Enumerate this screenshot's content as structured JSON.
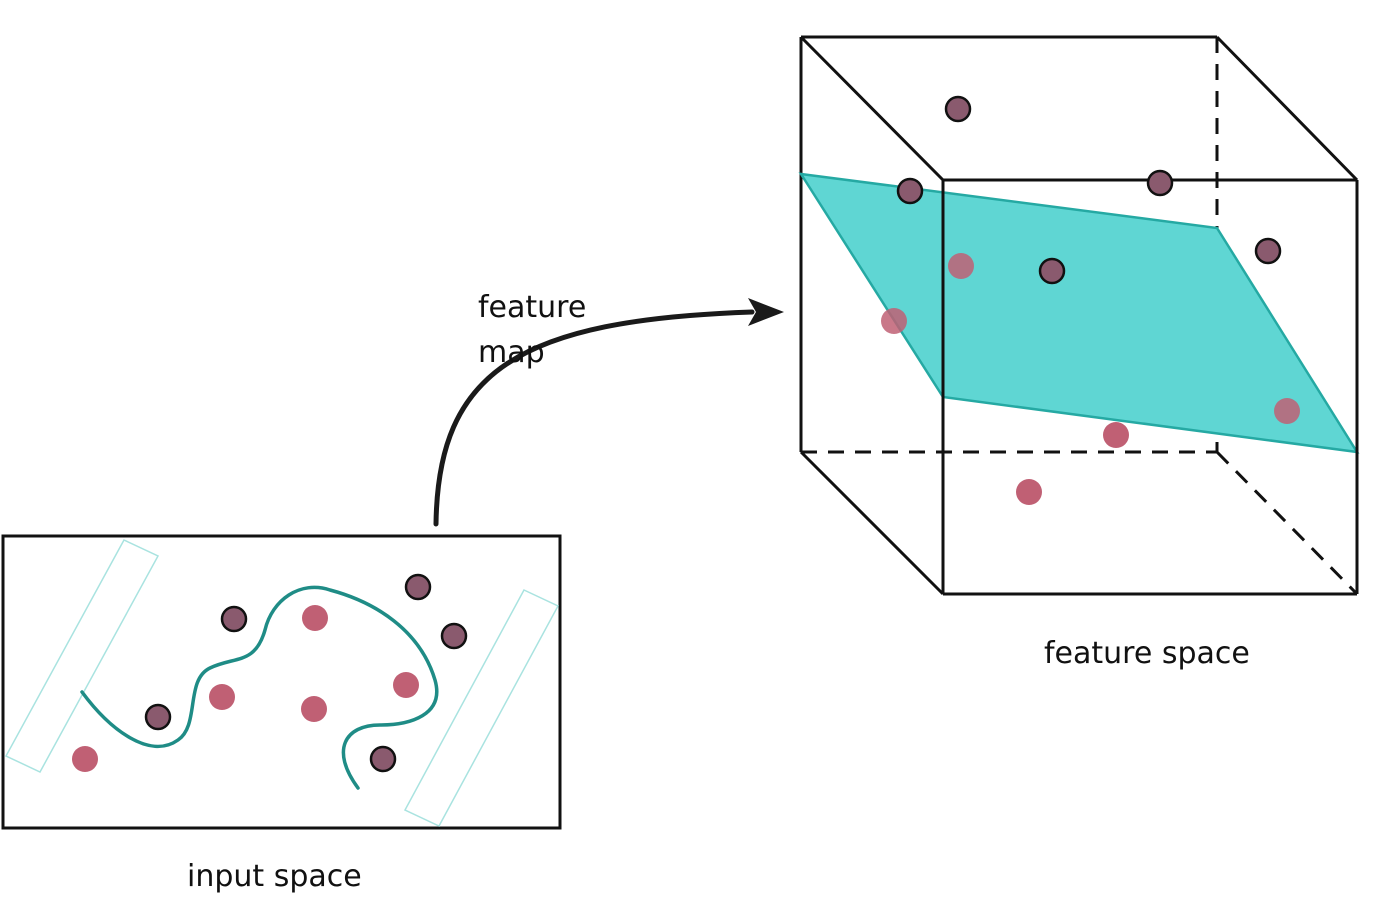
{
  "labels": {
    "input_space": "input space",
    "feature_map_line1": "feature",
    "feature_map_line2": "map",
    "feature_space": "feature space"
  },
  "colors": {
    "class_a_fill": "#8a5a6e",
    "class_b_fill": "#c06074",
    "hyperplane_fill": "#5fd6d3",
    "hyperplane_stroke": "#25a9a3",
    "decision_curve": "#1f8c86",
    "outline": "#111111"
  },
  "icons": {
    "arrow": "curved-arrow-right"
  }
}
